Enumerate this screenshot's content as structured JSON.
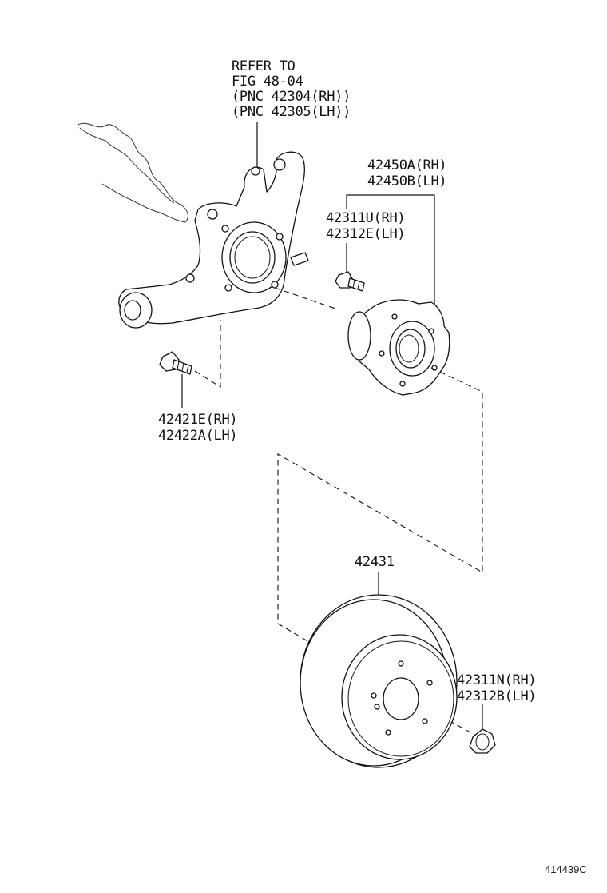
{
  "figure_id": "414439C",
  "callouts": {
    "knuckle_ref": {
      "line1": "REFER TO",
      "line2": "FIG 48-04",
      "line3": "(PNC 42304(RH))",
      "line4": "(PNC 42305(LH))"
    },
    "hub_assembly": {
      "rh": "42450A(RH)",
      "lh": "42450B(LH)"
    },
    "hub_bolt": {
      "rh": "42311U(RH)",
      "lh": "42312E(LH)"
    },
    "knuckle_bolt": {
      "rh": "42421E(RH)",
      "lh": "42422A(LH)"
    },
    "disc": {
      "part": "42431"
    },
    "hub_nut": {
      "rh": "42311N(RH)",
      "lh": "42312B(LH)"
    }
  }
}
